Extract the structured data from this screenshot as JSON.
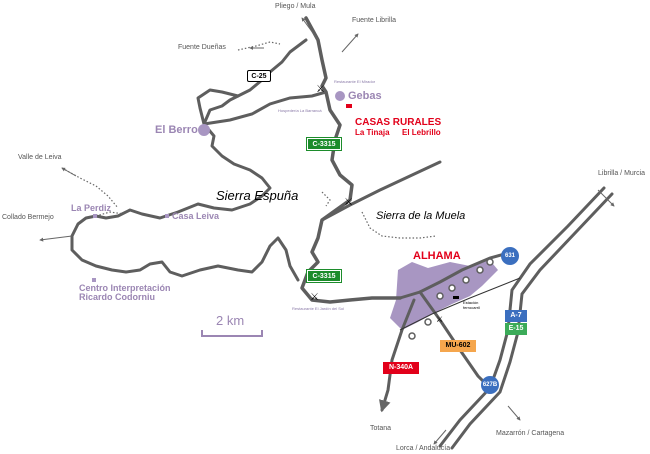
{
  "destinations": {
    "pliego_mula": "Pliego / Mula",
    "fuente_librilla": "Fuente Librilla",
    "fuente_duenas": "Fuente Dueñas",
    "valle_de_leiva": "Valle de Leiva",
    "collado_bermejo": "Collado Bermejo",
    "librilla_murcia": "Librilla / Murcia",
    "totana": "Totana",
    "lorca_andalucia": "Lorca / Andalucía",
    "mazarron_cartagena": "Mazarrón / Cartagena"
  },
  "places": {
    "gebas": "Gebas",
    "el_berro": "El Berro",
    "la_perdiz": "La Perdiz",
    "casa_leiva": "Casa Leiva",
    "centro_line1": "Centro Interpretación",
    "centro_line2": "Ricardo Codorniu",
    "alhama": "ALHAMA"
  },
  "regions": {
    "sierra_espuna": "Sierra Espuña",
    "sierra_muela": "Sierra de la Muela"
  },
  "casas_rurales": {
    "title": "CASAS RURALES",
    "la_tinaja": "La Tinaja",
    "el_lebrillo": "El Lebrillo"
  },
  "roads": {
    "c25": "C-25",
    "c3315_top": "C-3315",
    "c3315_bottom": "C-3315",
    "n340a": "N-340A",
    "mu602": "MU-602",
    "a7": "A-7",
    "e15": "E-15",
    "exit_631": "631",
    "exit_627b": "627B"
  },
  "small_labels": {
    "restaurante_mirador": "Restaurante El Mirador",
    "hospederia": "Hospedería La Barrancá",
    "restaurante_sur": "Restaurante El Jardín del Sol",
    "estacion_line1": "Estación",
    "estacion_line2": "ferrocarril"
  },
  "scale": {
    "label": "2 km"
  },
  "colors": {
    "road": "#5e5e5e",
    "town": "#a896c2",
    "highway_blue": "#3b6fbf",
    "accent_red": "#e2001a",
    "route_green": "#1c8c2b",
    "route_orange": "#f5a64d"
  }
}
